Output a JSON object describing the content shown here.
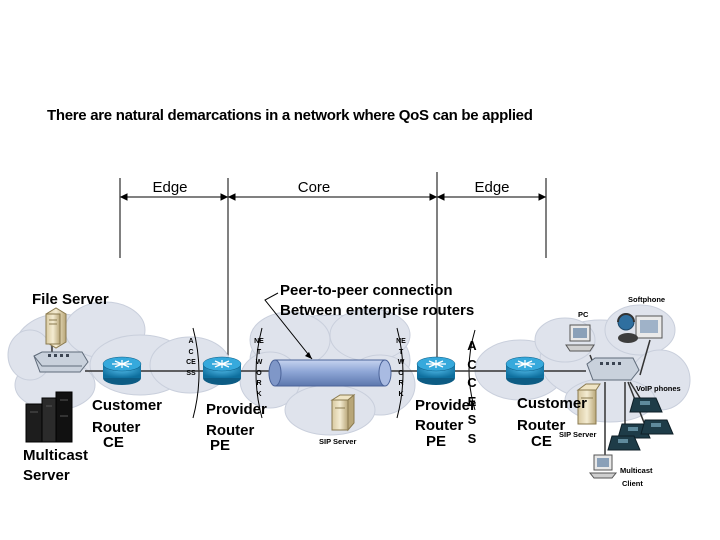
{
  "title": "There are natural demarcations in a network where QoS can be applied",
  "segments": {
    "edge_left": "Edge",
    "core": "Core",
    "edge_right": "Edge"
  },
  "core_label": {
    "line1": "Peer-to-peer connection",
    "line2": "Between enterprise routers"
  },
  "left_side": {
    "file_server": "File Server",
    "multicast_server_line1": "Multicast",
    "multicast_server_line2": "Server",
    "customer_router": {
      "line1": "Customer",
      "line2": "Router",
      "line3": "CE"
    },
    "access_vertical": "ACCESS",
    "provider_router": {
      "line1": "Provider",
      "line2": "Router",
      "line3": "PE"
    },
    "network_vertical": "NETWORK"
  },
  "center": {
    "sip_server": "SIP Server"
  },
  "right_side": {
    "network_vertical": "NETWORK",
    "provider_router": {
      "line1": "Provider",
      "line2": "Router",
      "line3": "PE"
    },
    "access_vertical": "ACCESS",
    "customer_router": {
      "line1": "Customer",
      "line2": "Router",
      "line3": "CE"
    },
    "pc": "PC",
    "softphone": "Softphone",
    "voip_phones": "VoIP phones",
    "sip_server": "SIP Server",
    "multicast_client_line1": "Multicast",
    "multicast_client_line2": "Client"
  },
  "colors": {
    "cloud": "#dfe3ec",
    "router_blue": "#1a8fc4",
    "pipe_blue": "#8ea6d6"
  }
}
